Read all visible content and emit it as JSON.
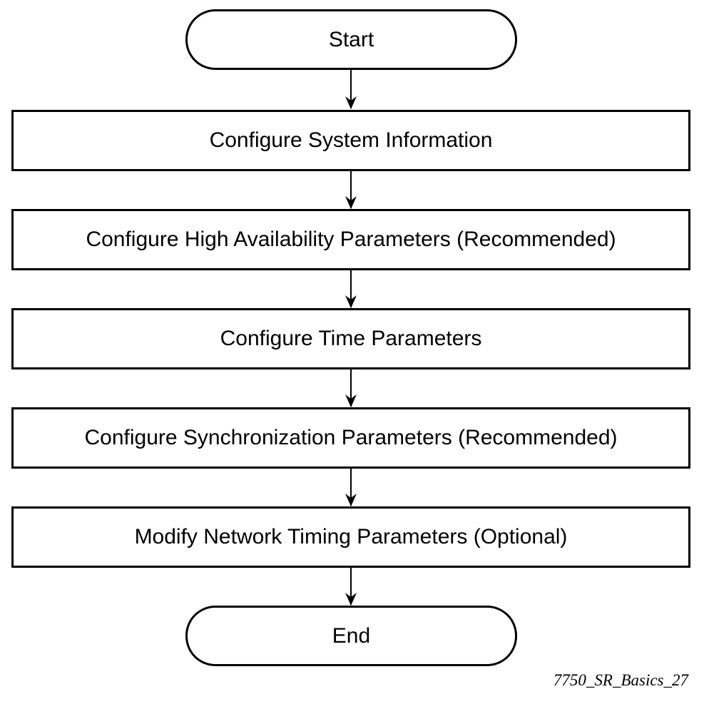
{
  "flowchart": {
    "start_label": "Start",
    "steps": [
      "Configure System Information",
      "Configure High Availability Parameters (Recommended)",
      "Configure Time Parameters",
      "Configure Synchronization Parameters (Recommended)",
      "Modify Network Timing Parameters (Optional)"
    ],
    "end_label": "End"
  },
  "figure_id": "7750_SR_Basics_27",
  "colors": {
    "stroke": "#000000",
    "fill": "#ffffff",
    "text": "#000000"
  }
}
